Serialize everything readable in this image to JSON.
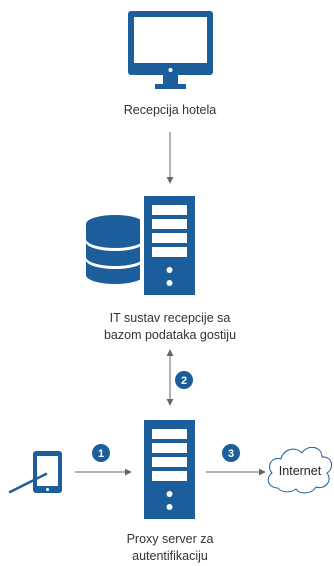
{
  "colors": {
    "brand": "#1b5e9b",
    "line": "#666666",
    "text": "#333333"
  },
  "nodes": {
    "reception": {
      "icon": "desktop-monitor-icon",
      "label": "Recepcija hotela"
    },
    "it_system": {
      "icon": "database-server-icon",
      "label_line1": "IT sustav recepcije sa",
      "label_line2": "bazom podataka gostiju"
    },
    "proxy": {
      "icon": "server-tower-icon",
      "label_line1": "Proxy server za",
      "label_line2": "autentifikaciju"
    },
    "tablet": {
      "icon": "tablet-icon"
    },
    "internet": {
      "icon": "cloud-icon",
      "label": "Internet"
    }
  },
  "steps": [
    {
      "number": "1"
    },
    {
      "number": "2"
    },
    {
      "number": "3"
    }
  ]
}
